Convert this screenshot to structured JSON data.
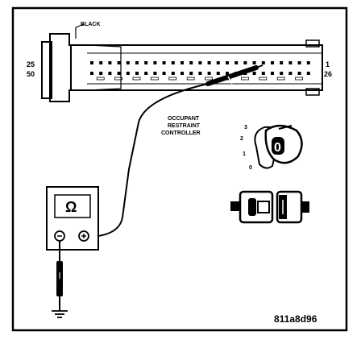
{
  "labels": {
    "connector_color": "BLACK",
    "pin_top_left": "25",
    "pin_bottom_left": "50",
    "pin_top_right": "1",
    "pin_bottom_right": "26",
    "module_line1": "OCCUPANT",
    "module_line2": "RESTRAINT",
    "module_line3": "CONTROLLER",
    "ohmmeter_symbol": "Ω",
    "negative_terminal": "−",
    "positive_terminal": "+",
    "key_position_3": "3",
    "key_position_2": "2",
    "key_position_1": "1",
    "key_position_0": "0",
    "key_face_symbol": "0",
    "figure_id": "811a8d96"
  }
}
